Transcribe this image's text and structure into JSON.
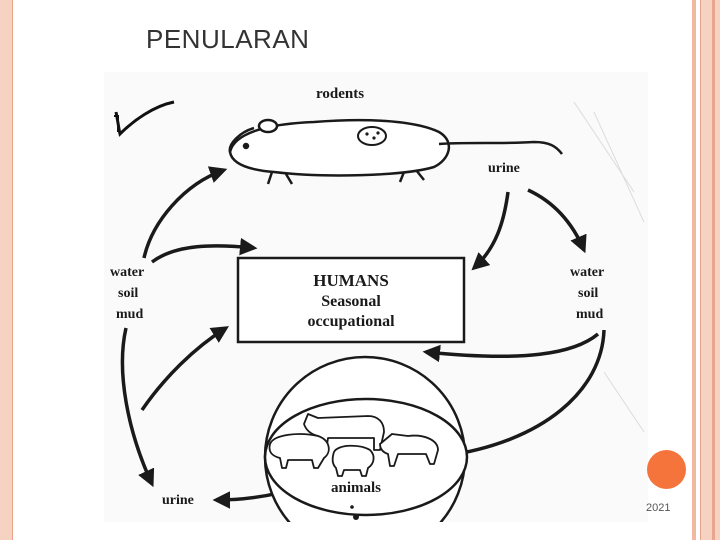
{
  "slide": {
    "title": "PENULARAN",
    "page_number": "2021"
  },
  "diagram": {
    "rodents_label": "rodents",
    "urine_top_label": "urine",
    "left_transmission": {
      "line1": "water",
      "line2": "soil",
      "line3": "mud"
    },
    "right_transmission": {
      "line1": "water",
      "line2": "soil",
      "line3": "mud"
    },
    "humans_box": {
      "line1": "HUMANS",
      "line2": "Seasonal",
      "line3": "occupational"
    },
    "animals_label": "animals",
    "urine_bottom_label": "urine"
  },
  "colors": {
    "frame": "#f6d2c2",
    "frame_edge": "#e8a48a",
    "accent_dot": "#f4743c",
    "ink": "#1a1a1a"
  }
}
